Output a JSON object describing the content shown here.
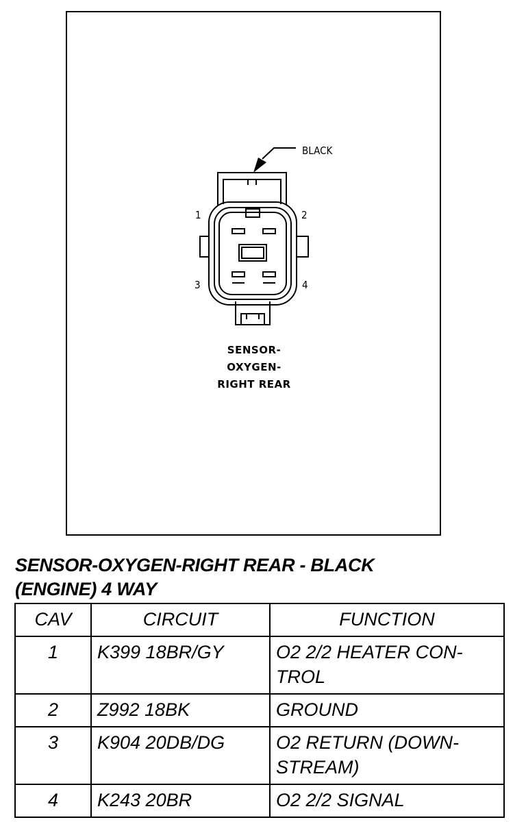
{
  "diagram": {
    "color_label": "BLACK",
    "pin_labels": [
      "1",
      "2",
      "3",
      "4"
    ],
    "connector_name_lines": [
      "SENSOR-",
      "OXYGEN-",
      "RIGHT REAR"
    ]
  },
  "title_lines": [
    "SENSOR-OXYGEN-RIGHT REAR - BLACK",
    "(ENGINE) 4 WAY"
  ],
  "table": {
    "headers": [
      "CAV",
      "CIRCUIT",
      "FUNCTION"
    ],
    "rows": [
      {
        "cav": "1",
        "circuit": "K399 18BR/GY",
        "function_lines": [
          "O2 2/2 HEATER CON-",
          "TROL"
        ]
      },
      {
        "cav": "2",
        "circuit": "Z992 18BK",
        "function_lines": [
          "GROUND"
        ]
      },
      {
        "cav": "3",
        "circuit": "K904 20DB/DG",
        "function_lines": [
          "O2 RETURN (DOWN-",
          "STREAM)"
        ]
      },
      {
        "cav": "4",
        "circuit": "K243 20BR",
        "function_lines": [
          "O2 2/2 SIGNAL"
        ]
      }
    ]
  }
}
